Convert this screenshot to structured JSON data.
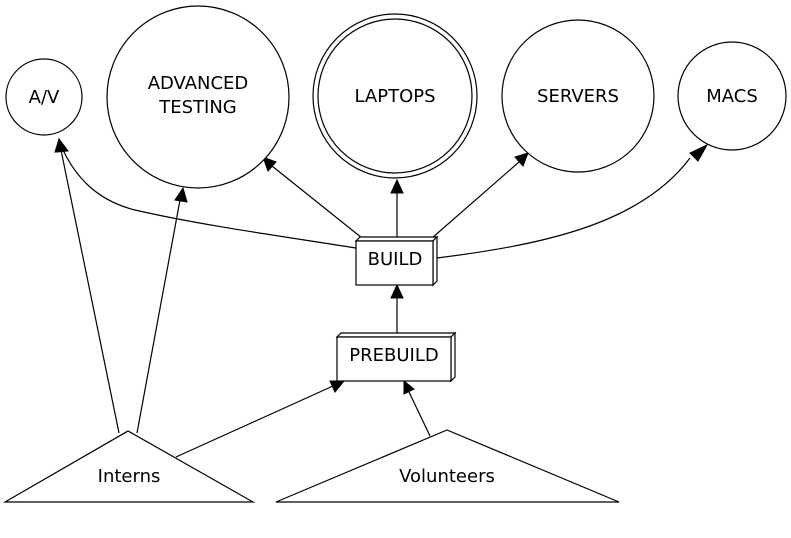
{
  "diagram": {
    "nodes": {
      "av": {
        "label": "A/V",
        "shape": "circle"
      },
      "advanced_testing": {
        "label_line1": "ADVANCED",
        "label_line2": "TESTING",
        "shape": "circle"
      },
      "laptops": {
        "label": "LAPTOPS",
        "shape": "double-circle"
      },
      "servers": {
        "label": "SERVERS",
        "shape": "circle"
      },
      "macs": {
        "label": "MACS",
        "shape": "circle"
      },
      "build": {
        "label": "BUILD",
        "shape": "box3d"
      },
      "prebuild": {
        "label": "PREBUILD",
        "shape": "box3d"
      },
      "interns": {
        "label": "Interns",
        "shape": "triangle"
      },
      "volunteers": {
        "label": "Volunteers",
        "shape": "triangle"
      }
    },
    "edges": [
      {
        "from": "build",
        "to": "av"
      },
      {
        "from": "build",
        "to": "advanced_testing"
      },
      {
        "from": "build",
        "to": "laptops"
      },
      {
        "from": "build",
        "to": "servers"
      },
      {
        "from": "build",
        "to": "macs"
      },
      {
        "from": "prebuild",
        "to": "build"
      },
      {
        "from": "interns",
        "to": "av"
      },
      {
        "from": "interns",
        "to": "advanced_testing"
      },
      {
        "from": "interns",
        "to": "prebuild"
      },
      {
        "from": "volunteers",
        "to": "prebuild"
      }
    ]
  }
}
